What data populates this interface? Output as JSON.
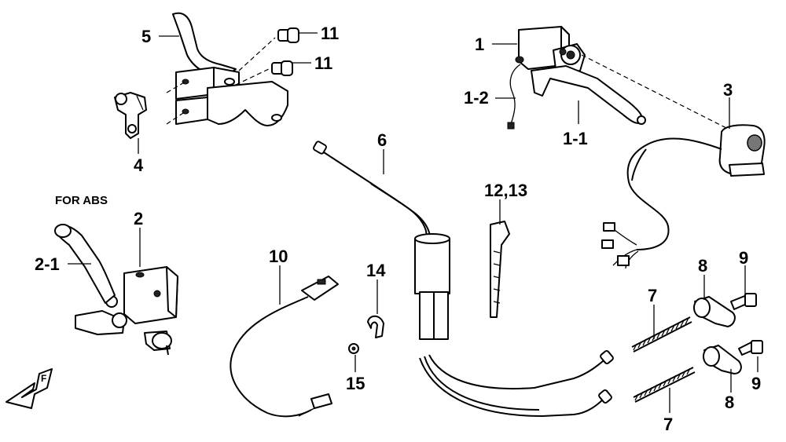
{
  "callouts": {
    "c1": "1",
    "c1_1": "1-1",
    "c1_2": "1-2",
    "c2": "2",
    "c2_1": "2-1",
    "c3": "3",
    "c4": "4",
    "c5": "5",
    "c6": "6",
    "c7a": "7",
    "c7b": "7",
    "c8a": "8",
    "c8b": "8",
    "c9a": "9",
    "c9b": "9",
    "c10": "10",
    "c11a": "11",
    "c11b": "11",
    "c12_13": "12,13",
    "c14": "14",
    "c15": "15"
  },
  "section_label": "FOR ABS",
  "direction_mark": "F"
}
